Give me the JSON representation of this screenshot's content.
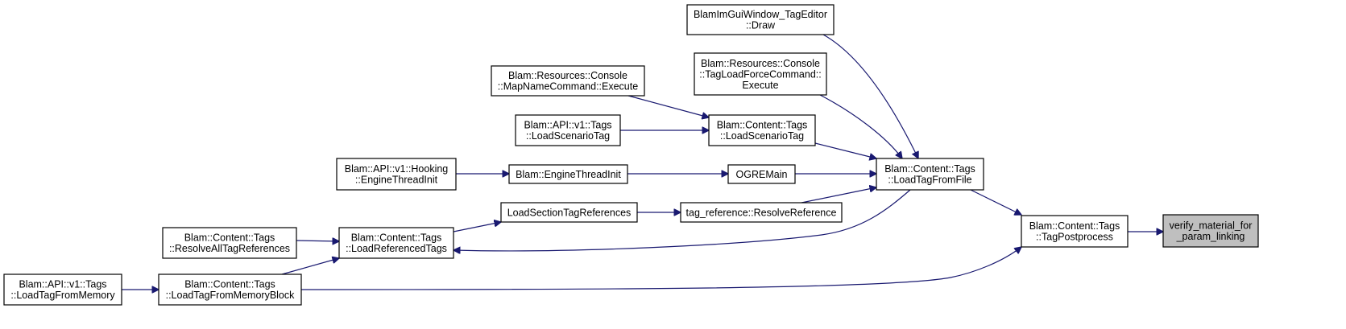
{
  "diagram": {
    "type": "call-graph",
    "nodes": [
      {
        "id": "verify",
        "lines": [
          "verify_material_for",
          "_param_linking"
        ],
        "highlight": true
      },
      {
        "id": "tagpost",
        "lines": [
          "Blam::Content::Tags",
          "::TagPostprocess"
        ]
      },
      {
        "id": "loadfile",
        "lines": [
          "Blam::Content::Tags",
          "::LoadTagFromFile"
        ]
      },
      {
        "id": "imgui",
        "lines": [
          "BlamImGuiWindow_TagEditor",
          "::Draw"
        ]
      },
      {
        "id": "forcecmd",
        "lines": [
          "Blam::Resources::Console",
          "::TagLoadForceCommand::",
          "Execute"
        ]
      },
      {
        "id": "scentag",
        "lines": [
          "Blam::Content::Tags",
          "::LoadScenarioTag"
        ]
      },
      {
        "id": "ogre",
        "lines": [
          "OGREMain"
        ]
      },
      {
        "id": "resolve",
        "lines": [
          "tag_reference::ResolveReference"
        ]
      },
      {
        "id": "mapname",
        "lines": [
          "Blam::Resources::Console",
          "::MapNameCommand::Execute"
        ]
      },
      {
        "id": "apiscen",
        "lines": [
          "Blam::API::v1::Tags",
          "::LoadScenarioTag"
        ]
      },
      {
        "id": "engineinit",
        "lines": [
          "Blam::EngineThreadInit"
        ]
      },
      {
        "id": "hooking",
        "lines": [
          "Blam::API::v1::Hooking",
          "::EngineThreadInit"
        ]
      },
      {
        "id": "loadsect",
        "lines": [
          "LoadSectionTagReferences"
        ]
      },
      {
        "id": "loadref",
        "lines": [
          "Blam::Content::Tags",
          "::LoadReferencedTags"
        ]
      },
      {
        "id": "resolveall",
        "lines": [
          "Blam::Content::Tags",
          "::ResolveAllTagReferences"
        ]
      },
      {
        "id": "memblock",
        "lines": [
          "Blam::Content::Tags",
          "::LoadTagFromMemoryBlock"
        ]
      },
      {
        "id": "apimem",
        "lines": [
          "Blam::API::v1::Tags",
          "::LoadTagFromMemory"
        ]
      }
    ],
    "edges": [
      {
        "from": "tagpost",
        "to": "verify"
      },
      {
        "from": "loadfile",
        "to": "tagpost"
      },
      {
        "from": "memblock",
        "to": "tagpost"
      },
      {
        "from": "imgui",
        "to": "loadfile"
      },
      {
        "from": "forcecmd",
        "to": "loadfile"
      },
      {
        "from": "scentag",
        "to": "loadfile"
      },
      {
        "from": "ogre",
        "to": "loadfile"
      },
      {
        "from": "resolve",
        "to": "loadfile"
      },
      {
        "from": "mapname",
        "to": "scentag"
      },
      {
        "from": "apiscen",
        "to": "scentag"
      },
      {
        "from": "engineinit",
        "to": "ogre"
      },
      {
        "from": "hooking",
        "to": "engineinit"
      },
      {
        "from": "loadsect",
        "to": "resolve"
      },
      {
        "from": "loadref",
        "to": "loadsect"
      },
      {
        "from": "loadfile",
        "to": "loadref"
      },
      {
        "from": "resolveall",
        "to": "loadref"
      },
      {
        "from": "memblock",
        "to": "loadref"
      },
      {
        "from": "apimem",
        "to": "memblock"
      }
    ],
    "colors": {
      "edge": "#191970",
      "highlight_fill": "#bfbfbf",
      "node_border": "#000000",
      "background": "#ffffff"
    }
  }
}
